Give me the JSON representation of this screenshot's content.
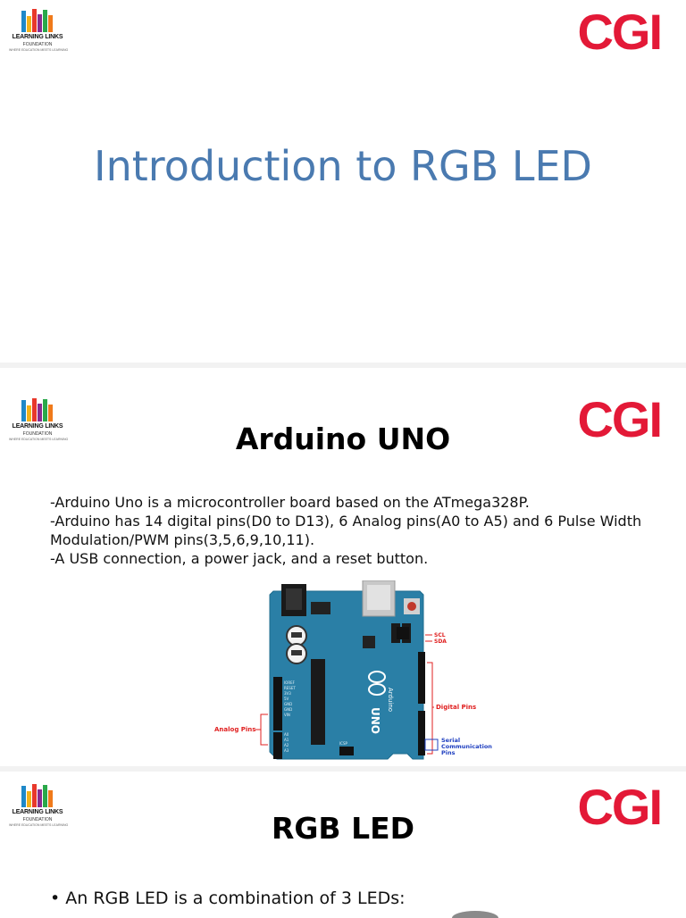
{
  "logos": {
    "learning_links": {
      "name": "LEARNING LINKS",
      "sub": "FOUNDATION",
      "tagline": "WHERE EDUCATION MEETS LEARNING"
    },
    "cgi": {
      "text": "CGI",
      "color": "#e31937"
    }
  },
  "slide1": {
    "title": "Introduction to RGB LED",
    "title_color": "#4a7ab0"
  },
  "slide2": {
    "heading": "Arduino UNO",
    "lines": [
      "-Arduino Uno is a microcontroller board based on the ATmega328P.",
      "-Arduino has 14 digital pins(D0 to D13), 6 Analog pins(A0 to A5) and 6 Pulse Width Modulation/PWM pins(3,5,6,9,10,11).",
      "-A USB connection, a power jack, and a reset button."
    ],
    "diagram": {
      "labels": {
        "analog": "Analog Pins",
        "digital": "Digital Pins",
        "scl": "SCL",
        "sda": "SDA",
        "serial_1": "Serial",
        "serial_2": "Communication",
        "serial_3": "Pins",
        "brand": "Arduino",
        "model": "UNO"
      },
      "colors": {
        "board": "#2a7fa6",
        "callout_red": "#e02020",
        "callout_blue": "#2040c0"
      }
    }
  },
  "slide3": {
    "heading": "RGB LED",
    "bullet": "An RGB LED is a combination of 3 LEDs:"
  }
}
